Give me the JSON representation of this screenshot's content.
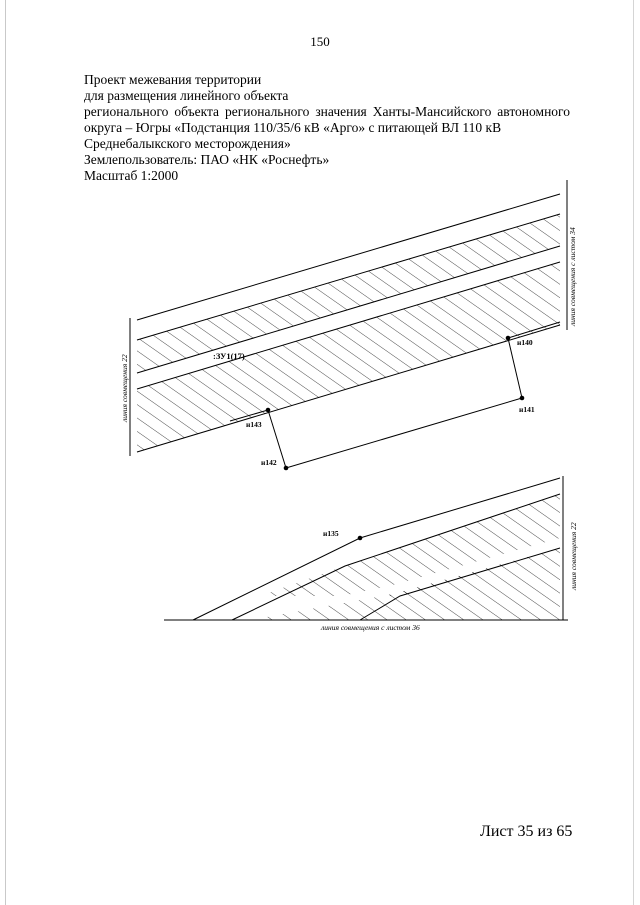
{
  "page_number": "150",
  "header": {
    "line1": "Проект межевания территории",
    "line2": "для размещения линейного объекта",
    "line3": "регионального объекта регионального значения Ханты-Мансийского автономного",
    "line4": "округа – Югры «Подстанция 110/35/6 кВ «Арго» с питающей ВЛ 110 кВ",
    "line5": "Среднебалыкского месторождения»",
    "line6": "Землепользователь: ПАО «НК «Роснефть»",
    "line7": "Масштаб 1:2000"
  },
  "drawing": {
    "zone_label": ":ЗУ1(17)",
    "points": {
      "n140": "н140",
      "n141": "н141",
      "n142": "н142",
      "n143": "н143",
      "n135": "н135"
    },
    "match_lines": {
      "left_top": "линия совмещения 22",
      "right_top": "линия совмещения с листом 34",
      "right_bottom": "линия совмещения 22",
      "bottom": "линия совмещения с листом 36"
    }
  },
  "footer": {
    "sheet": "Лист 35 из 65"
  }
}
